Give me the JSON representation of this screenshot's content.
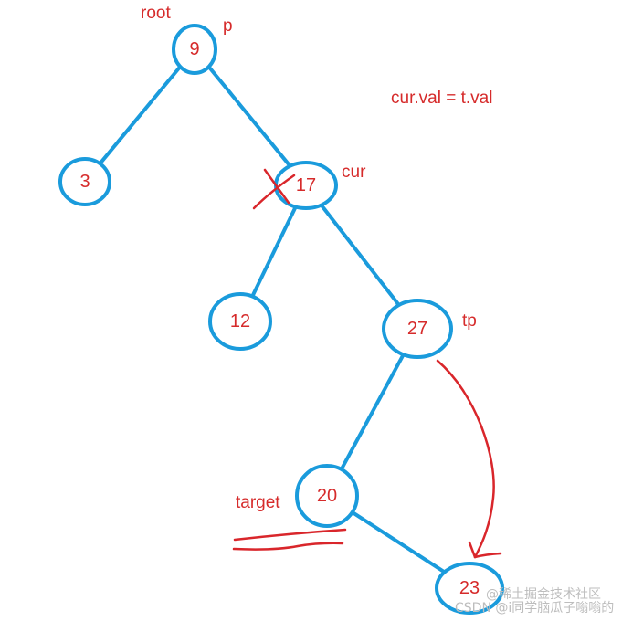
{
  "colors": {
    "edge": "#1a9bdc",
    "node_text": "#d62b2b",
    "label": "#d62b2b",
    "annotation_ink": "#d9262b"
  },
  "nodes": [
    {
      "id": "n9",
      "value": "9"
    },
    {
      "id": "n3",
      "value": "3"
    },
    {
      "id": "n17",
      "value": "17"
    },
    {
      "id": "n12",
      "value": "12"
    },
    {
      "id": "n27",
      "value": "27"
    },
    {
      "id": "n20",
      "value": "20"
    },
    {
      "id": "n23",
      "value": "23"
    }
  ],
  "edges": [
    [
      "n9",
      "n3"
    ],
    [
      "n9",
      "n17"
    ],
    [
      "n17",
      "n12"
    ],
    [
      "n17",
      "n27"
    ],
    [
      "n27",
      "n20"
    ],
    [
      "n20",
      "n23"
    ]
  ],
  "labels": {
    "root": "root",
    "p": "p",
    "cur": "cur",
    "tp": "tp",
    "target": "target",
    "condition": "cur.val = t.val"
  },
  "watermark": {
    "line1": "@稀土掘金技术社区",
    "line2": "CSDN @i同学脑瓜子嗡嗡的"
  }
}
